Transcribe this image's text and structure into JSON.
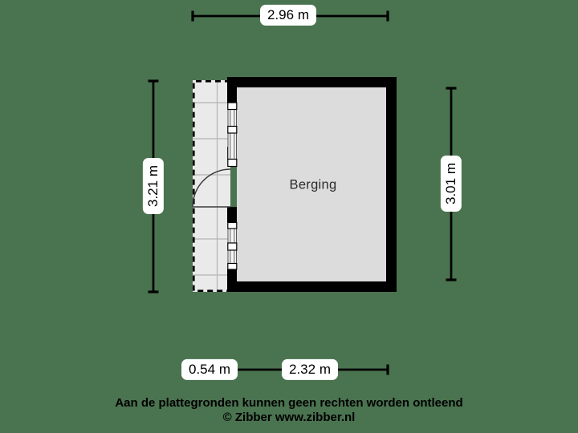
{
  "page": {
    "background_color": "#4a7350"
  },
  "floorplan": {
    "room": {
      "name": "Berging"
    },
    "dimensions": {
      "top": "2.96 m",
      "left": "3.21 m",
      "right": "3.01 m",
      "bottom_left": "0.54 m",
      "bottom_right": "2.32 m"
    },
    "colors": {
      "wall": "#000000",
      "room_fill": "#dcdcdc",
      "terrace_fill": "#eaeaea",
      "terrace_grid": "#b5b5b5",
      "dimension_line": "#000000",
      "label_background": "#ffffff",
      "door_swing": "#3a3a3a"
    }
  },
  "footer": {
    "disclaimer": "Aan de plattegronden kunnen geen rechten worden ontleend",
    "copyright": "© Zibber www.zibber.nl"
  }
}
